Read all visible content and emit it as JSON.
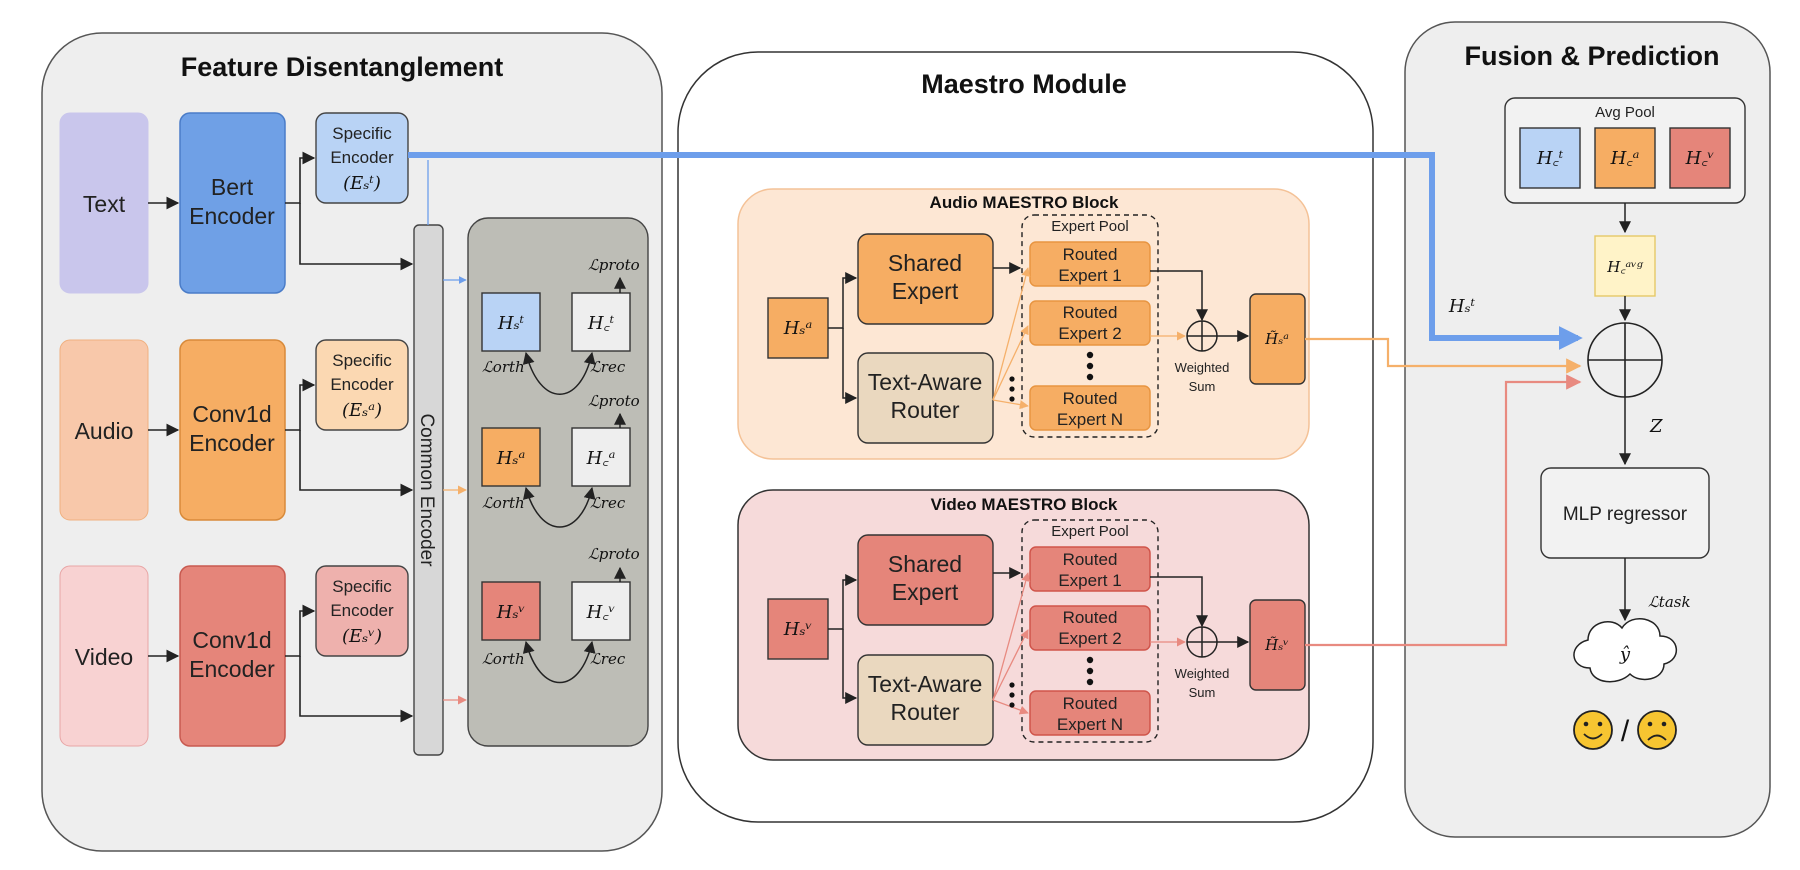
{
  "panels": {
    "feature": {
      "title": "Feature Disentanglement"
    },
    "maestro": {
      "title": "Maestro Module"
    },
    "fusion": {
      "title": "Fusion & Prediction"
    }
  },
  "modalities": [
    {
      "input": "Text",
      "encoder": [
        "Bert",
        "Encoder"
      ],
      "specific": [
        "Specific",
        "Encoder"
      ],
      "spec_sym": "(Eₛᵗ)",
      "hs": "Hₛᵗ",
      "hc": "H꜀ᵗ"
    },
    {
      "input": "Audio",
      "encoder": [
        "Conv1d",
        "Encoder"
      ],
      "specific": [
        "Specific",
        "Encoder"
      ],
      "spec_sym": "(Eₛᵃ)",
      "hs": "Hₛᵃ",
      "hc": "H꜀ᵃ"
    },
    {
      "input": "Video",
      "encoder": [
        "Conv1d",
        "Encoder"
      ],
      "specific": [
        "Specific",
        "Encoder"
      ],
      "spec_sym": "(Eₛᵛ)",
      "hs": "Hₛᵛ",
      "hc": "H꜀ᵛ"
    }
  ],
  "common_encoder": "Common Encoder",
  "losses": {
    "proto": "ℒproto",
    "orth": "ℒorth",
    "rec": "ℒrec",
    "task": "ℒtask"
  },
  "blocks": [
    {
      "title": "Audio MAESTRO Block",
      "input": "Hₛᵃ",
      "output": "H̃ₛᵃ"
    },
    {
      "title": "Video MAESTRO Block",
      "input": "Hₛᵛ",
      "output": "H̃ₛᵛ"
    }
  ],
  "block_labels": {
    "shared": [
      "Shared",
      "Expert"
    ],
    "router": [
      "Text-Aware",
      "Router"
    ],
    "pool": "Expert Pool",
    "experts": [
      [
        "Routed",
        "Expert 1"
      ],
      [
        "Routed",
        "Expert 2"
      ],
      [
        "Routed",
        "Expert N"
      ]
    ],
    "weighted": [
      "Weighted",
      "Sum"
    ]
  },
  "fusion": {
    "avg_pool": "Avg Pool",
    "pooled": [
      "H꜀ᵗ",
      "H꜀ᵃ",
      "H꜀ᵛ"
    ],
    "hc_avg": "H꜀ᵃᵛᵍ",
    "hs_text": "Hₛᵗ",
    "z": "Z",
    "mlp": "MLP regressor",
    "y_hat": "ŷ"
  },
  "colors": {
    "text_light": "#c9c6ec",
    "text_enc": "#6fa0e6",
    "text_spec": "#b9d3f5",
    "audio_light": "#f8c8aa",
    "audio_enc": "#f6ad63",
    "audio_spec": "#fbd8b2",
    "video_light": "#f8d2d2",
    "video_enc": "#e5857a",
    "video_spec": "#eeb1ad",
    "panel": "#eeeeee",
    "dark_panel": "#bdbdb6",
    "audio_block": "#fde7d4",
    "video_block": "#f6dada",
    "router": "#ead8bf",
    "avg_box": "#fff3c8",
    "blue_arrow": "#6d9eeb",
    "orange_arrow": "#f5b06a",
    "red_arrow": "#e88a80",
    "emoji": "#f7c531"
  }
}
